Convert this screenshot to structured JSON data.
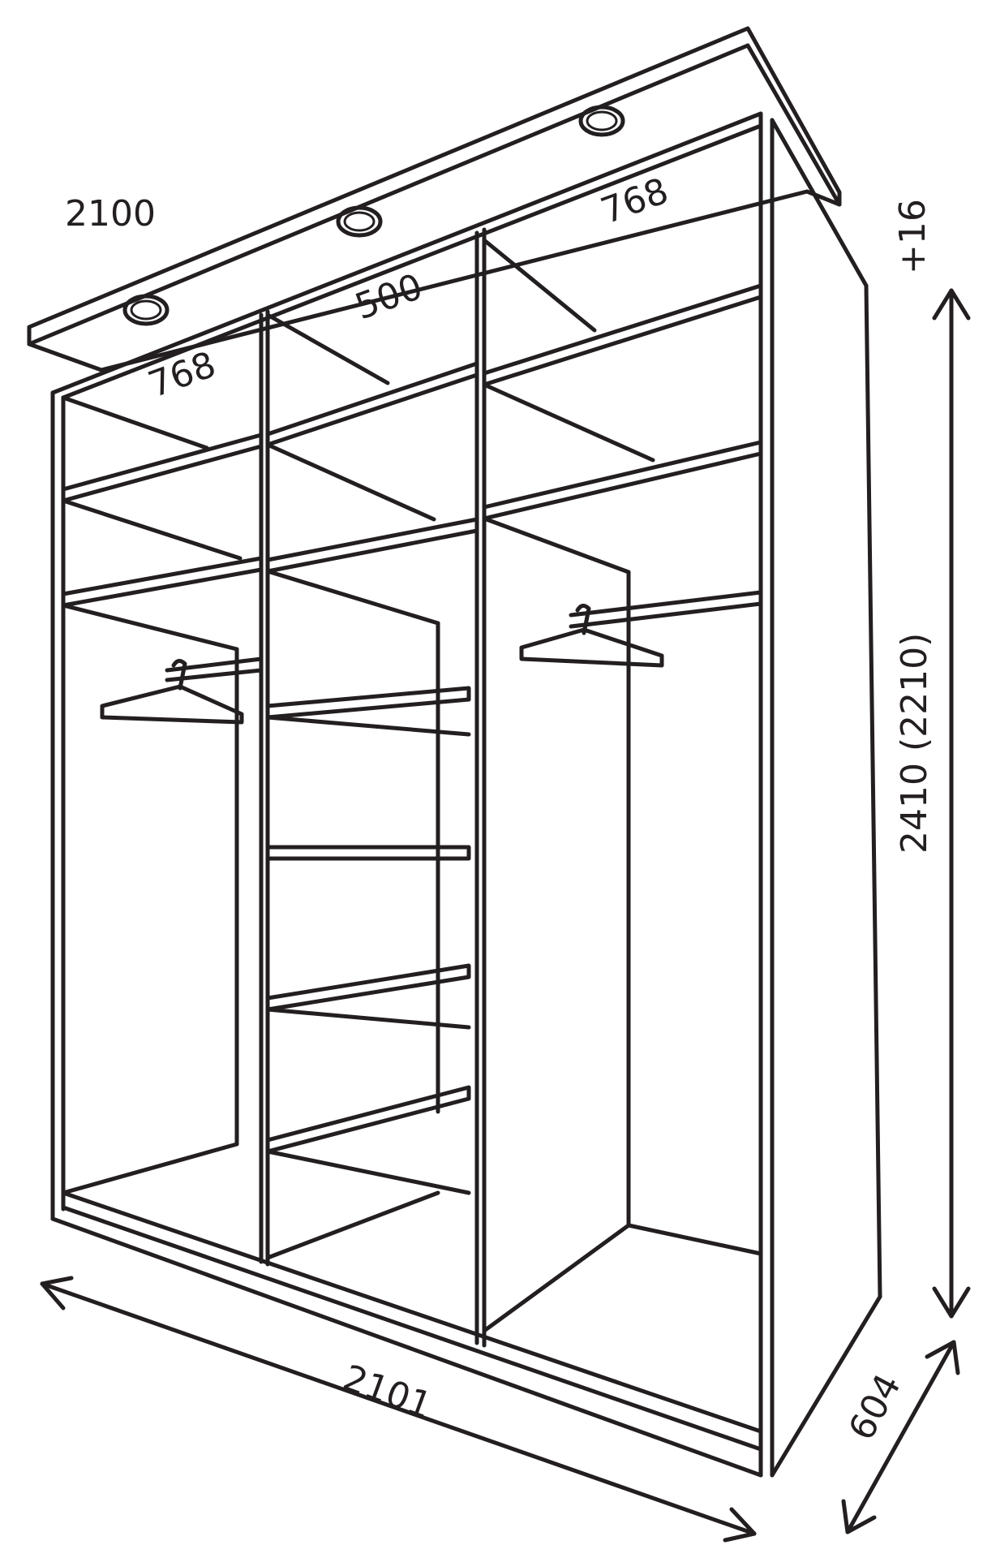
{
  "diagram": {
    "stroke_color": "#231f20",
    "background_color": "#ffffff",
    "labels": {
      "top_width": "2100",
      "left_section_width": "768",
      "middle_section_width": "500",
      "right_section_width": "768",
      "top_plus": "+16",
      "height": "2410 (2210)",
      "bottom_width": "2101",
      "depth": "604"
    }
  }
}
